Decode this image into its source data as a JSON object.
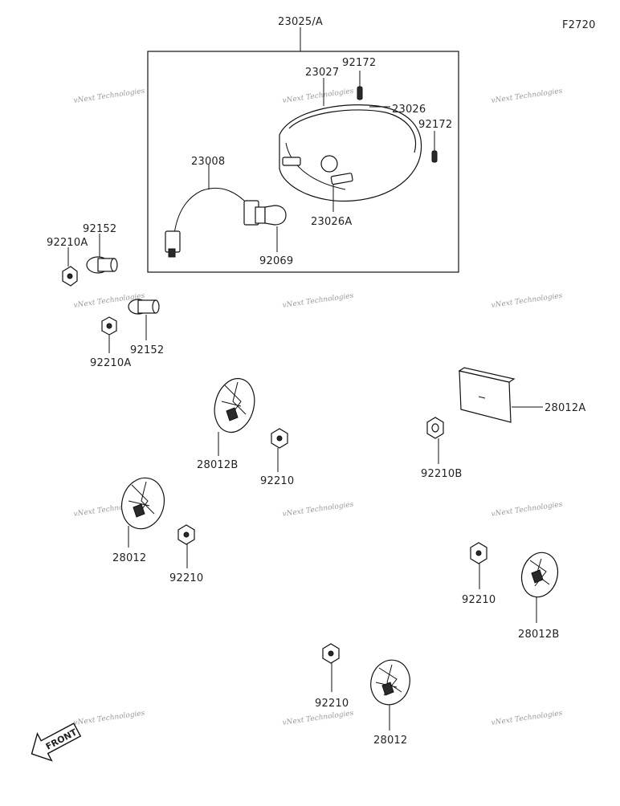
{
  "figure_code": "F2720",
  "watermark_text": "vNext Technologies",
  "direction_label": "FRONT",
  "parts": {
    "tail_lamp_assy": "23025/A",
    "lens": "23027",
    "screw_top": "92172",
    "housing": "23026",
    "screw_right": "92172",
    "socket_harness": "23008",
    "housing_stud": "23026A",
    "bulb": "92069",
    "collar_upper": "92152",
    "nut_upper": "92210A",
    "collar_lower": "92152",
    "nut_lower": "92210A",
    "reflector_a": "28012A",
    "nut_b": "92210B",
    "reflector_b_upper": "28012B",
    "nut_upper_center": "92210",
    "reflector_left": "28012",
    "nut_left": "92210",
    "nut_right": "92210",
    "reflector_b_lower": "28012B",
    "nut_bottom": "92210",
    "reflector_bottom": "28012"
  },
  "colors": {
    "line": "#111111",
    "watermark": "#9a9a9a",
    "background": "#ffffff"
  }
}
